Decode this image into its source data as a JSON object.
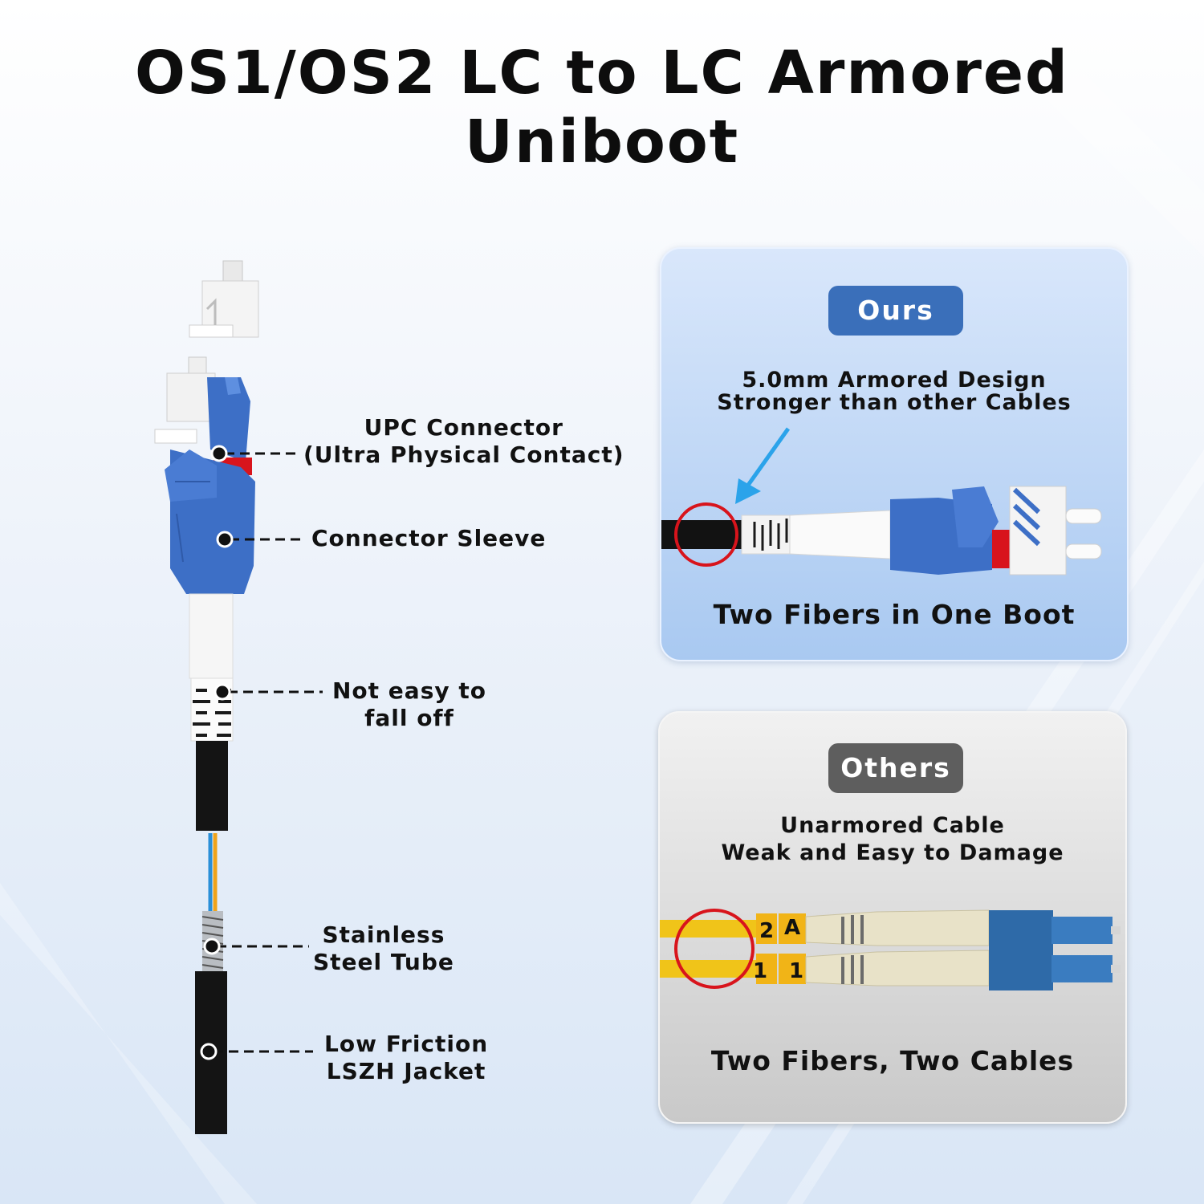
{
  "title": "OS1/OS2 LC to LC Armored Uniboot",
  "callouts": {
    "upc": [
      "UPC Connector",
      "(Ultra Physical Contact)"
    ],
    "sleeve": [
      "Connector Sleeve"
    ],
    "falloff": [
      "Not easy to",
      "fall off"
    ],
    "steel": [
      "Stainless",
      "Steel  Tube"
    ],
    "jacket": [
      "Low Friction",
      "LSZH Jacket"
    ]
  },
  "ours": {
    "badge": "Ours",
    "desc": [
      "5.0mm Armored Design",
      "Stronger than other Cables"
    ],
    "caption": "Two Fibers in One Boot"
  },
  "others": {
    "badge": "Others",
    "desc": [
      "Unarmored Cable",
      "Weak and Easy to Damage"
    ],
    "caption": "Two Fibers, Two Cables",
    "label_top": [
      "2",
      "A"
    ],
    "label_bottom": [
      "1",
      "1"
    ]
  },
  "colors": {
    "connector_blue": "#3d6fc6",
    "badge_blue": "#3a6fba",
    "badge_gray": "#5e5e5e",
    "highlight_red": "#d8141c",
    "arrow_blue": "#2ba3ea",
    "cable_yellow": "#f0c419"
  }
}
